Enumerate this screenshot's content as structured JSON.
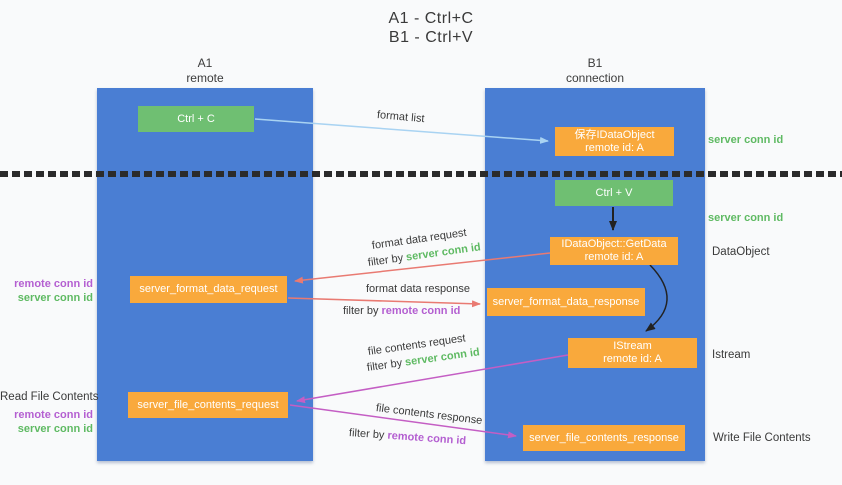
{
  "title": {
    "line1": "A1 - Ctrl+C",
    "line2": "B1 - Ctrl+V"
  },
  "columns": {
    "a": {
      "name": "A1",
      "subtitle": "remote"
    },
    "b": {
      "name": "B1",
      "subtitle": "connection"
    }
  },
  "nodes": {
    "ctrl_c": {
      "label": "Ctrl + C"
    },
    "save_idataobject": {
      "line1": "保存IDataObject",
      "line2": "remote id: A"
    },
    "ctrl_v": {
      "label": "Ctrl + V"
    },
    "getdata": {
      "line1": "IDataObject::GetData",
      "line2": "remote id: A"
    },
    "format_request": {
      "label": "server_format_data_request"
    },
    "format_response": {
      "label": "server_format_data_response"
    },
    "istream": {
      "line1": "IStream",
      "line2": "remote id: A"
    },
    "file_request": {
      "label": "server_file_contents_request"
    },
    "file_response": {
      "label": "server_file_contents_response"
    }
  },
  "edge_labels": {
    "format_list": "format list",
    "format_data_request": "format data request",
    "filter_request_prefix": "filter by ",
    "filter_request_value": "server conn id",
    "format_data_response": "format data response",
    "filter_response_prefix": "filter by ",
    "filter_response_value": "remote conn id",
    "file_contents_request": "file contents request",
    "filter_file_request_prefix": "filter by ",
    "filter_file_request_value": "server conn id",
    "file_contents_response": "file contents response",
    "filter_file_response_prefix": "filter by ",
    "filter_file_response_value": "remote conn id"
  },
  "side_labels": {
    "server_conn_id_top": "server conn id",
    "server_conn_id_mid": "server conn id",
    "dataobject": "DataObject",
    "istream": "Istream",
    "write_file_contents": "Write File Contents",
    "read_file_contents": "Read File Contents",
    "left_remote_conn_id_1": "remote conn id",
    "left_server_conn_id_1": "server conn id",
    "left_remote_conn_id_2": "remote conn id",
    "left_server_conn_id_2": "server conn id"
  },
  "colors": {
    "lane_blue": "#4a7ed3",
    "node_green": "#6fbf72",
    "node_orange": "#f9a93c",
    "accent_green": "#5fba63",
    "accent_purple": "#b45fd1",
    "arrow_salmon": "#e97a72",
    "arrow_magenta": "#c45ec4",
    "arrow_lightblue": "#a9d3f2",
    "arrow_black": "#222222",
    "text_dark": "#3a3a3a"
  }
}
